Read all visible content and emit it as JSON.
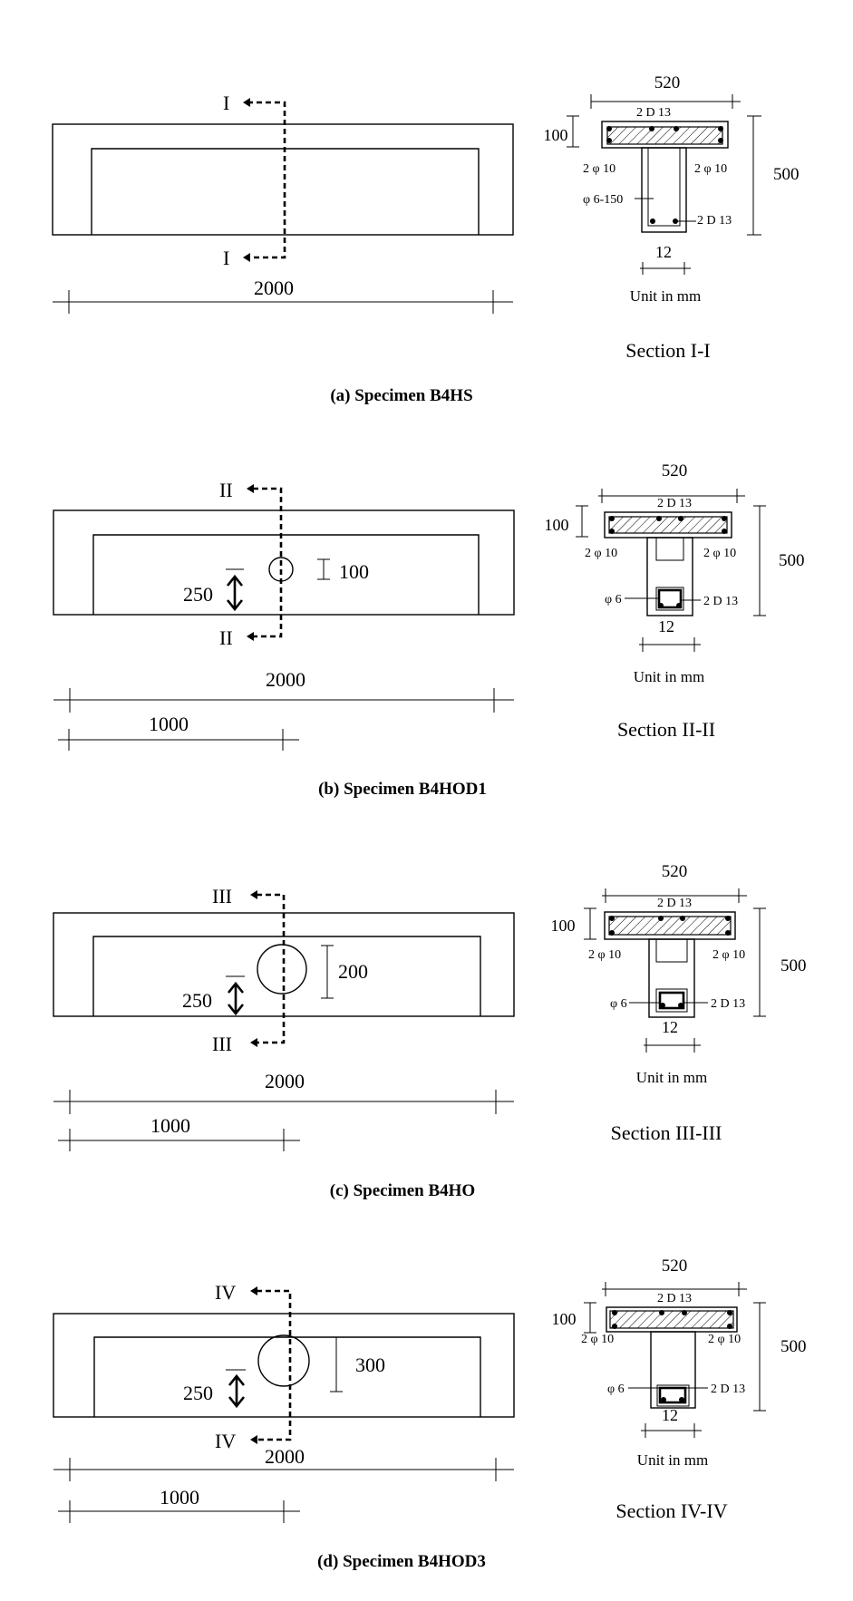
{
  "unit_label": "Unit in mm",
  "specimens": [
    {
      "caption": "(a) Specimen B4HS",
      "cut_label": "I",
      "section_title": "Section I-I",
      "beam_length": "2000",
      "flange_width": "520",
      "flange_depth": "100",
      "total_depth": "500",
      "web_width": "12",
      "top_bars": "2 D 13",
      "flange_bars_left": "2 φ 10",
      "flange_bars_right": "2 φ 10",
      "stirrup": "φ 6-150",
      "bottom_bars": "2 D 13"
    },
    {
      "caption": "(b) Specimen B4HOD1",
      "cut_label": "II",
      "section_title": "Section II-II",
      "beam_length": "2000",
      "half_length": "1000",
      "opening_offset": "250",
      "opening_dim": "100",
      "flange_width": "520",
      "flange_depth": "100",
      "total_depth": "500",
      "web_width": "12",
      "top_bars": "2 D 13",
      "flange_bars_left": "2 φ 10",
      "flange_bars_right": "2 φ 10",
      "stirrup": "φ 6",
      "bottom_bars": "2 D 13"
    },
    {
      "caption": "(c) Specimen B4HO",
      "cut_label": "III",
      "section_title": "Section III-III",
      "beam_length": "2000",
      "half_length": "1000",
      "opening_offset": "250",
      "opening_dim": "200",
      "flange_width": "520",
      "flange_depth": "100",
      "total_depth": "500",
      "web_width": "12",
      "top_bars": "2 D 13",
      "flange_bars_left": "2 φ 10",
      "flange_bars_right": "2 φ 10",
      "stirrup": "φ 6",
      "bottom_bars": "2 D 13"
    },
    {
      "caption": "(d) Specimen B4HOD3",
      "cut_label": "IV",
      "section_title": "Section IV-IV",
      "beam_length": "2000",
      "half_length": "1000",
      "opening_offset": "250",
      "opening_dim": "300",
      "flange_width": "520",
      "flange_depth": "100",
      "total_depth": "500",
      "web_width": "12",
      "top_bars": "2 D 13",
      "flange_bars_left": "2 φ 10",
      "flange_bars_right": "2 φ 10",
      "stirrup": "φ 6",
      "bottom_bars": "2 D 13"
    }
  ]
}
